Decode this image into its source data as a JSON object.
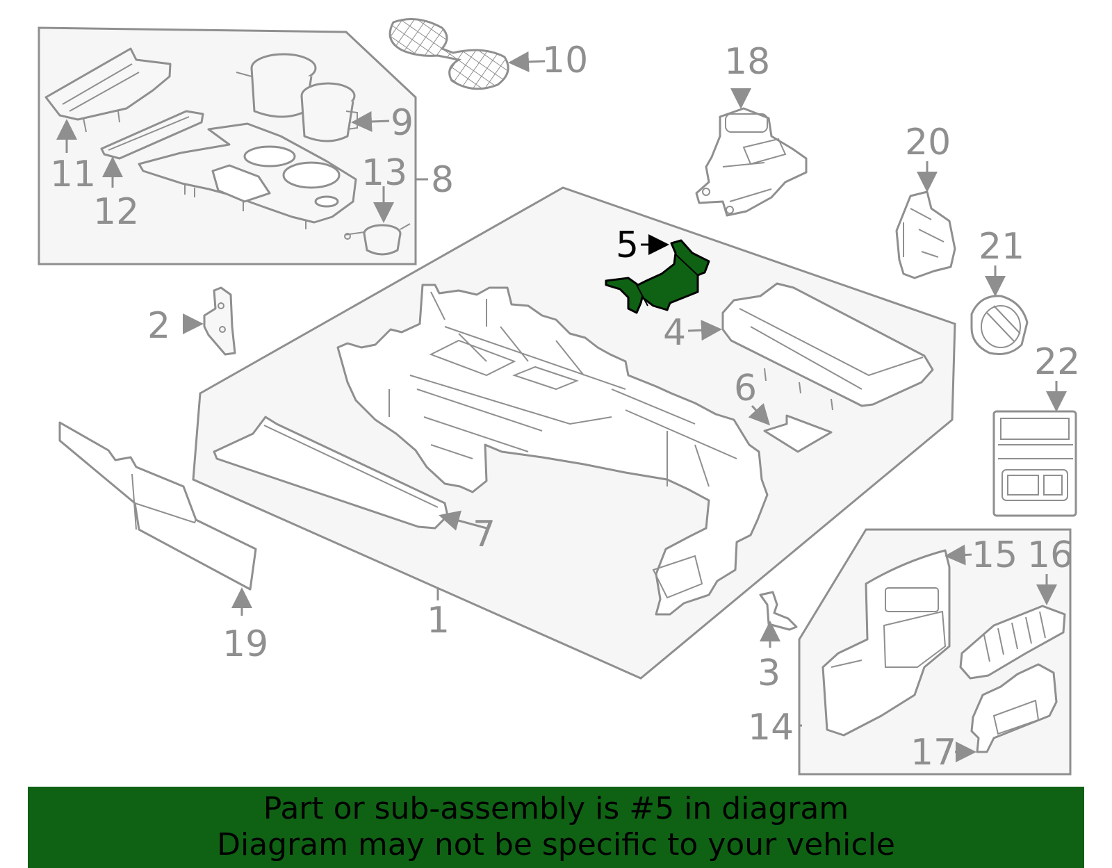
{
  "highlight_color": "#0f6214",
  "callouts": {
    "c1": "1",
    "c2": "2",
    "c3": "3",
    "c4": "4",
    "c5": "5",
    "c6": "6",
    "c7": "7",
    "c8": "8",
    "c9": "9",
    "c10": "10",
    "c11": "11",
    "c12": "12",
    "c13": "13",
    "c14": "14",
    "c15": "15",
    "c16": "16",
    "c17": "17",
    "c18": "18",
    "c19": "19",
    "c20": "20",
    "c21": "21",
    "c22": "22"
  },
  "banner": {
    "line1": "Part or sub-assembly is #5 in diagram",
    "line2": "Diagram may not be specific to your vehicle"
  }
}
